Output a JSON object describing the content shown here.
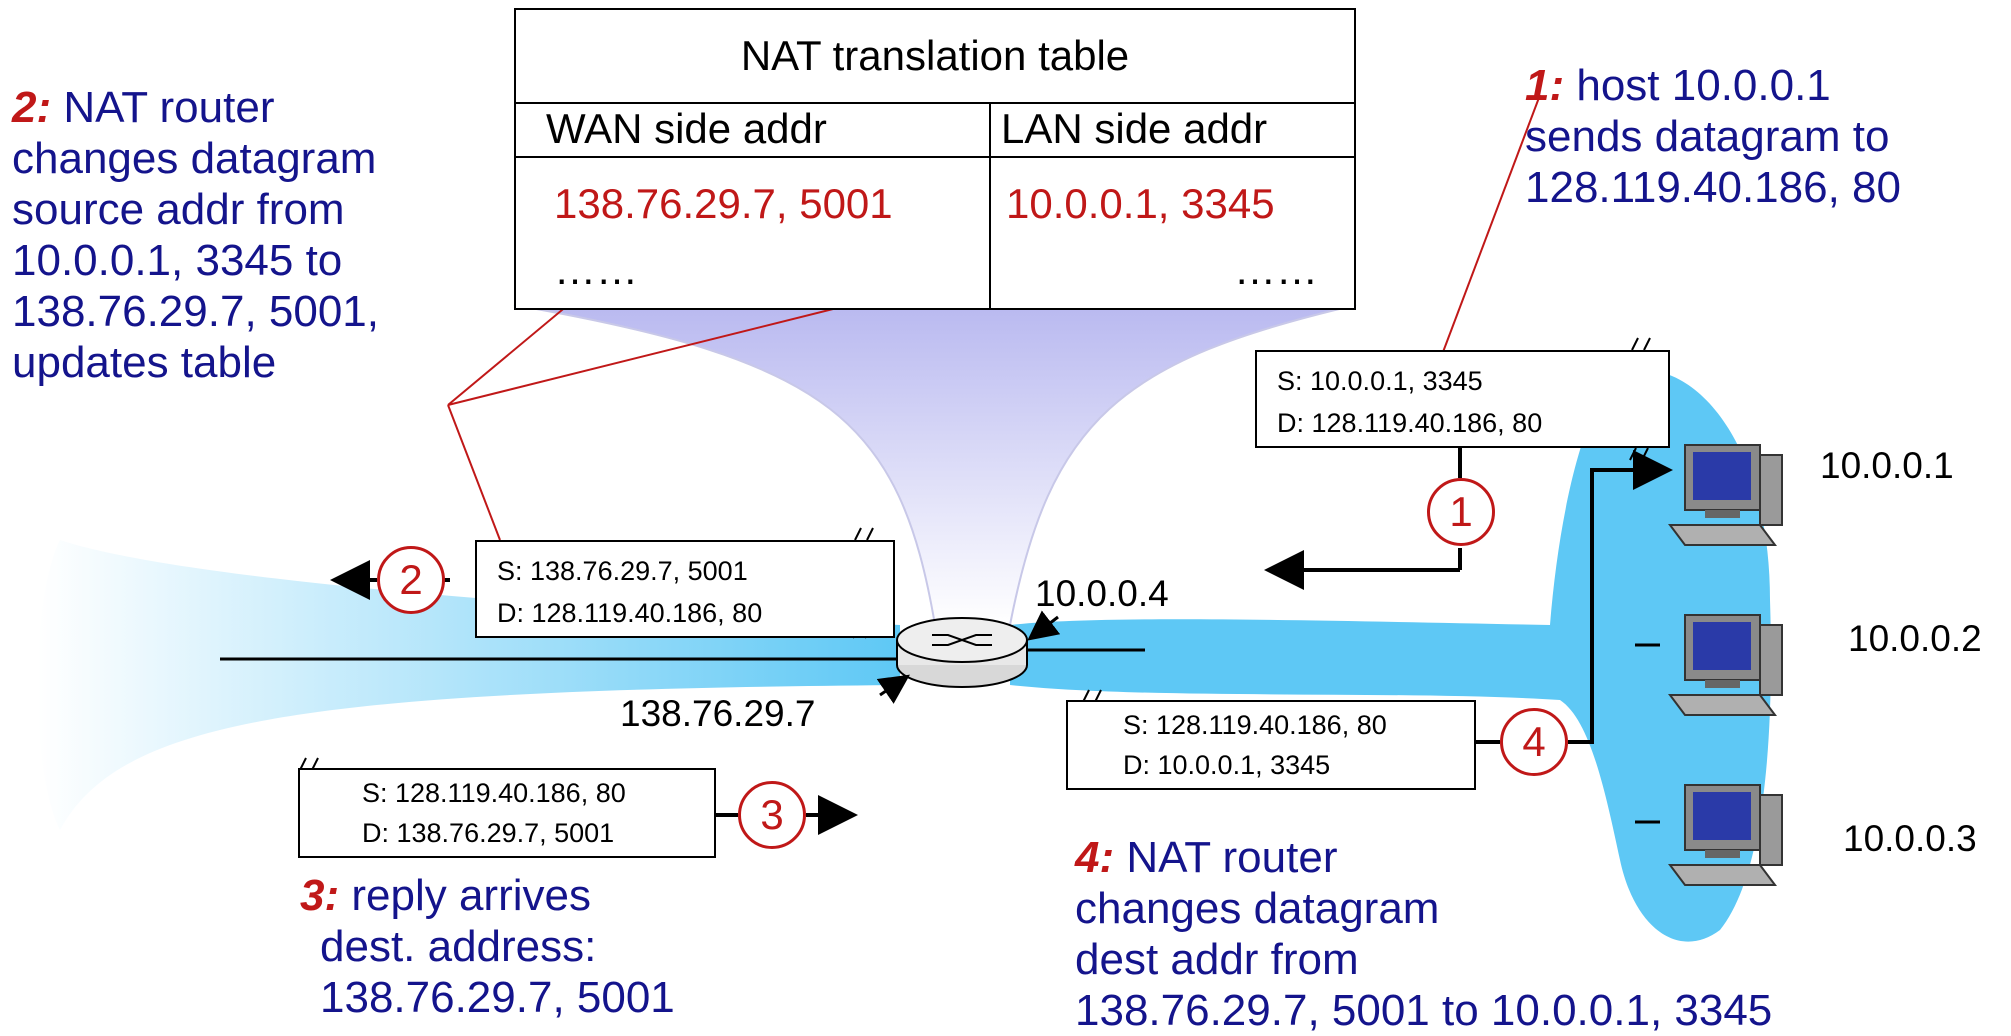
{
  "nat_table": {
    "title": "NAT translation table",
    "col_wan": "WAN side addr",
    "col_lan": "LAN side addr",
    "row1_wan": "138.76.29.7, 5001",
    "row1_lan": "10.0.0.1, 3345",
    "row2_wan": "……",
    "row2_lan": "……"
  },
  "annotations": {
    "step1": {
      "num": "1:",
      "lines": [
        "host 10.0.0.1",
        "sends datagram to",
        "128.119.40.186, 80"
      ]
    },
    "step2": {
      "num": "2:",
      "lines": [
        "NAT router",
        "changes datagram",
        "source addr from",
        "10.0.0.1, 3345 to",
        "138.76.29.7, 5001,",
        "updates table"
      ]
    },
    "step3": {
      "num": "3:",
      "lines": [
        "reply arrives",
        "dest. address:",
        "138.76.29.7, 5001"
      ]
    },
    "step4": {
      "num": "4:",
      "lines": [
        "NAT router",
        "changes datagram",
        "dest addr from",
        "138.76.29.7, 5001 to 10.0.0.1, 3345"
      ]
    }
  },
  "datagrams": {
    "d1": {
      "src": "S: 10.0.0.1, 3345",
      "dst": "D: 128.119.40.186, 80"
    },
    "d2": {
      "src": "S: 138.76.29.7, 5001",
      "dst": "D: 128.119.40.186, 80"
    },
    "d3": {
      "src": "S: 128.119.40.186, 80",
      "dst": "D: 138.76.29.7, 5001"
    },
    "d4": {
      "src": "S: 128.119.40.186, 80",
      "dst": "D: 10.0.0.1, 3345"
    }
  },
  "markers": {
    "m1": "1",
    "m2": "2",
    "m3": "3",
    "m4": "4"
  },
  "addresses": {
    "router_lan": "10.0.0.4",
    "router_wan": "138.76.29.7",
    "host1": "10.0.0.1",
    "host2": "10.0.0.2",
    "host3": "10.0.0.3"
  },
  "colors": {
    "step_red": "#c01818",
    "annotation_blue": "#14148c",
    "lan_blue": "#5ec8f5"
  }
}
